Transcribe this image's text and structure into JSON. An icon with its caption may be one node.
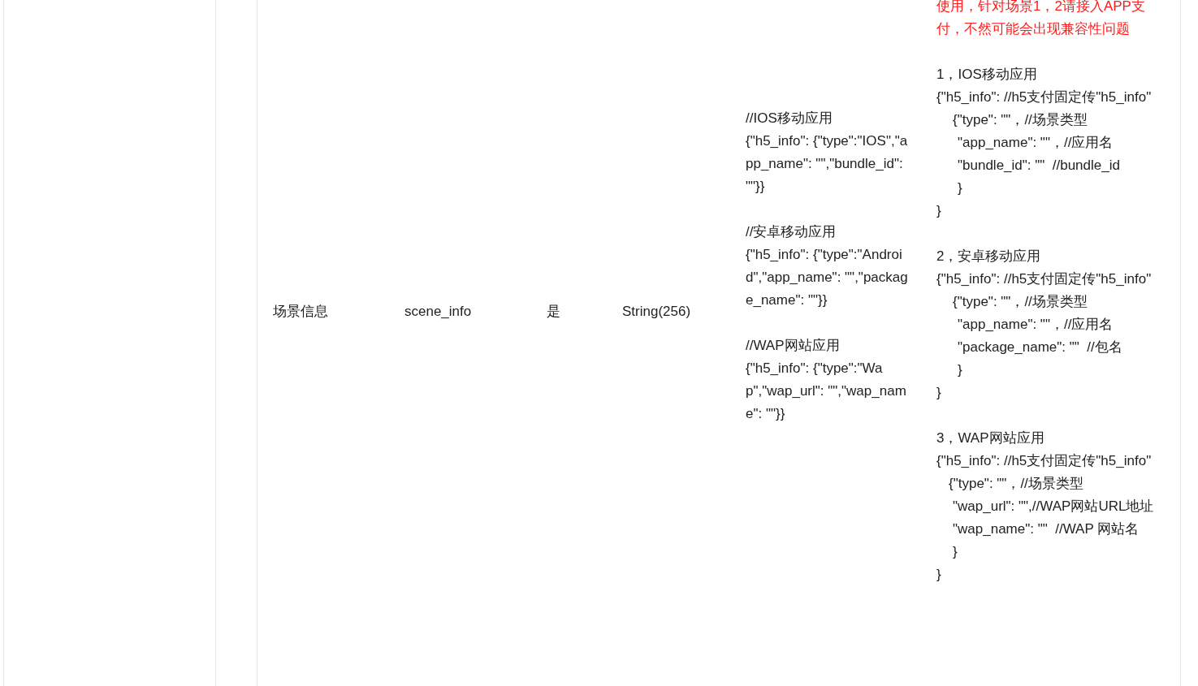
{
  "diagram": {
    "labels": [
      "场景信息",
      "scene_info",
      "是",
      "String(256)",
      "//IOS移动应用",
      "{\"h5_info\": {\"type\":\"IOS\",\"app_name\": \"\",\"bundle_id\": \"\"}}",
      "//安卓移动应用",
      "{\"h5_info\": {\"type\":\"Android\",\"app_name\": \"\",\"package_name\": \"\"}}",
      "//WAP网站应用",
      "{\"h5_info\": {\"type\":\"Wap\",\"wap_url\": \"\",\"wap_name\": \"\"}}",
      "使用，针对场景1，2请接入APP支付，不然可能会出现兼容性问题",
      "1，IOS移动应用",
      "{\"h5_info\": //h5支付固定传\"h5_info\"",
      "{\"type\": \"\"，//场景类型",
      "\"app_name\": \"\"，//应用名",
      "\"bundle_id\": \"\"  //bundle_id",
      "}",
      "}",
      "2，安卓移动应用",
      "{\"h5_info\": //h5支付固定传\"h5_info\"",
      "{\"type\": \"\"，//场景类型",
      "\"app_name\": \"\"，//应用名",
      "\"package_name\": \"\"  //包名",
      "}",
      "}",
      "3，WAP网站应用",
      "{\"h5_info\": //h5支付固定传\"h5_info\"",
      "{\"type\": \"\"，//场景类型",
      "\"wap_url\": \"\",//WAP网站URL地址",
      "\"wap_name\": \"\"  //WAP 网站名",
      "}",
      "}"
    ]
  }
}
